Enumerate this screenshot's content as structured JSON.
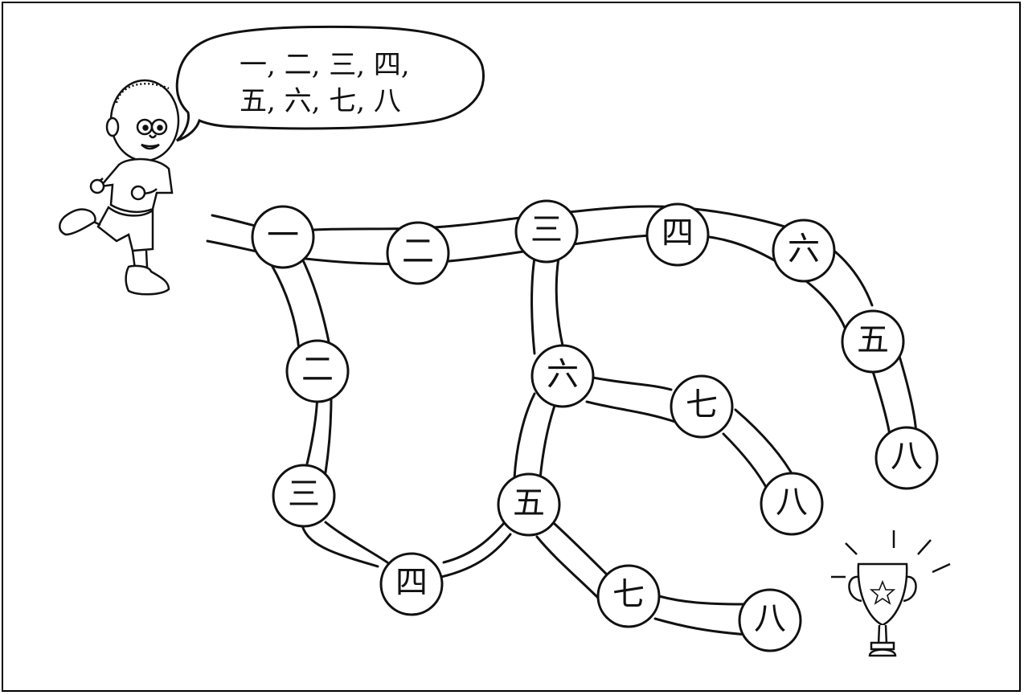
{
  "speech_bubble": {
    "line1": "一, 二, 三, 四,",
    "line2": "五, 六, 七, 八"
  },
  "nodes": {
    "n1": "一",
    "n2": "二",
    "n3": "三",
    "n4": "四",
    "n5": "六",
    "n6": "五",
    "n7": "八",
    "m1": "二",
    "m2": "三",
    "m3": "四",
    "m4": "五",
    "m5": "七",
    "m6": "八",
    "r1": "六",
    "r2": "七",
    "r3": "八"
  },
  "icons": {
    "character": "running-boy-icon",
    "goal": "trophy-icon"
  },
  "colors": {
    "ink": "#111111",
    "paper": "#ffffff"
  }
}
